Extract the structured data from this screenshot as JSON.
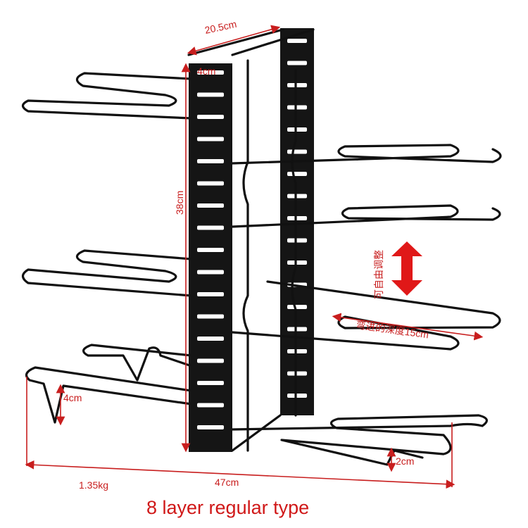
{
  "product": {
    "title": "8 layer regular type",
    "weight": "1.35kg",
    "layers": 8
  },
  "dimensions": {
    "top_width": "20.5cm",
    "slot_gap": "4cm",
    "height": "38cm",
    "total_width": "47cm",
    "left_dip": "4cm",
    "right_dip": "2cm",
    "arm_depth": "弯进的深度15cm",
    "adjustable": "可自由调整"
  },
  "colors": {
    "annotation": "#c81e1e",
    "rack": "#111111"
  }
}
